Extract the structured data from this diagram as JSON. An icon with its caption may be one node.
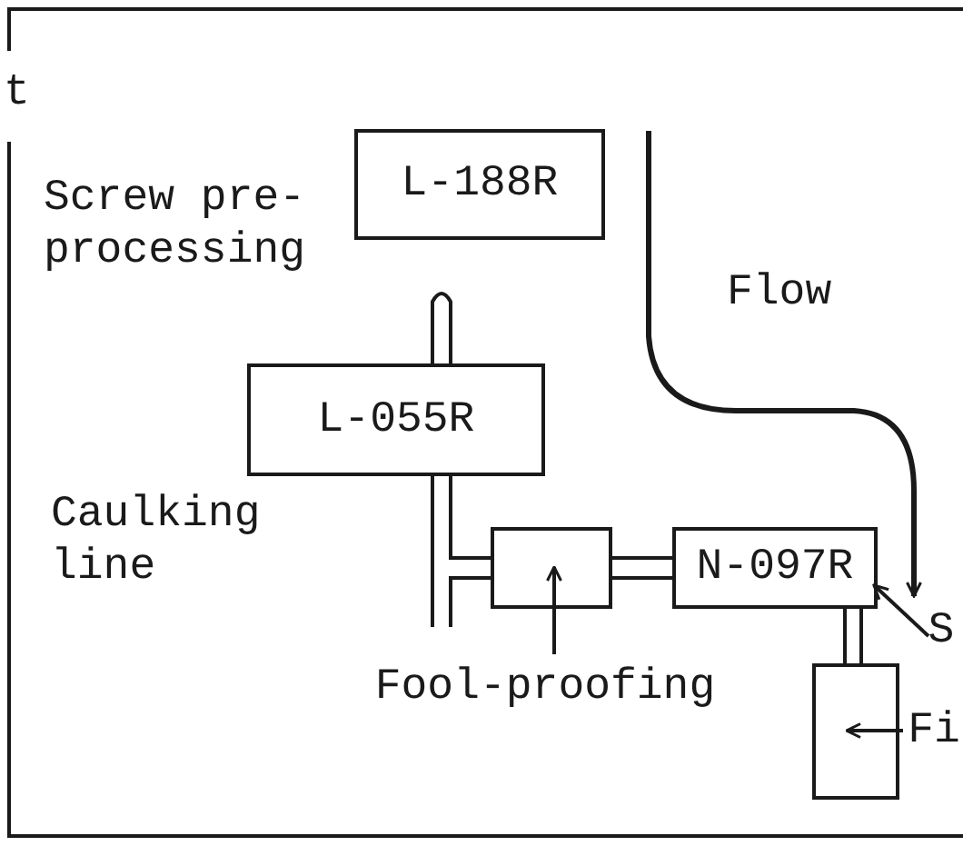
{
  "diagram": {
    "nodes": [
      {
        "text": [
          "L-188R"
        ]
      },
      {
        "text": [
          "L-055R"
        ]
      },
      {
        "text": [],
        "shape": "box"
      },
      {
        "text": [
          "Fool-proofing"
        ]
      },
      {
        "text": [
          "N-097R"
        ]
      },
      {
        "text": [
          "S"
        ]
      },
      {
        "text": [],
        "shape": "box"
      },
      {
        "text": [
          "Fi"
        ]
      }
    ],
    "edges": [
      {
        "from": 1,
        "to": 2,
        "arrow": "none"
      },
      {
        "from": 2,
        "to": 4,
        "arrow": "none"
      },
      {
        "from": 4,
        "to": 6,
        "arrow": "none"
      },
      {
        "from": 3,
        "to": 2,
        "arrow": "to"
      },
      {
        "from": 5,
        "to": 4,
        "arrow": "to"
      },
      {
        "from": 7,
        "to": 6,
        "arrow": "to"
      }
    ],
    "labels": [
      "t",
      "Screw pre- processing",
      "Flow",
      "Caulking line"
    ]
  }
}
